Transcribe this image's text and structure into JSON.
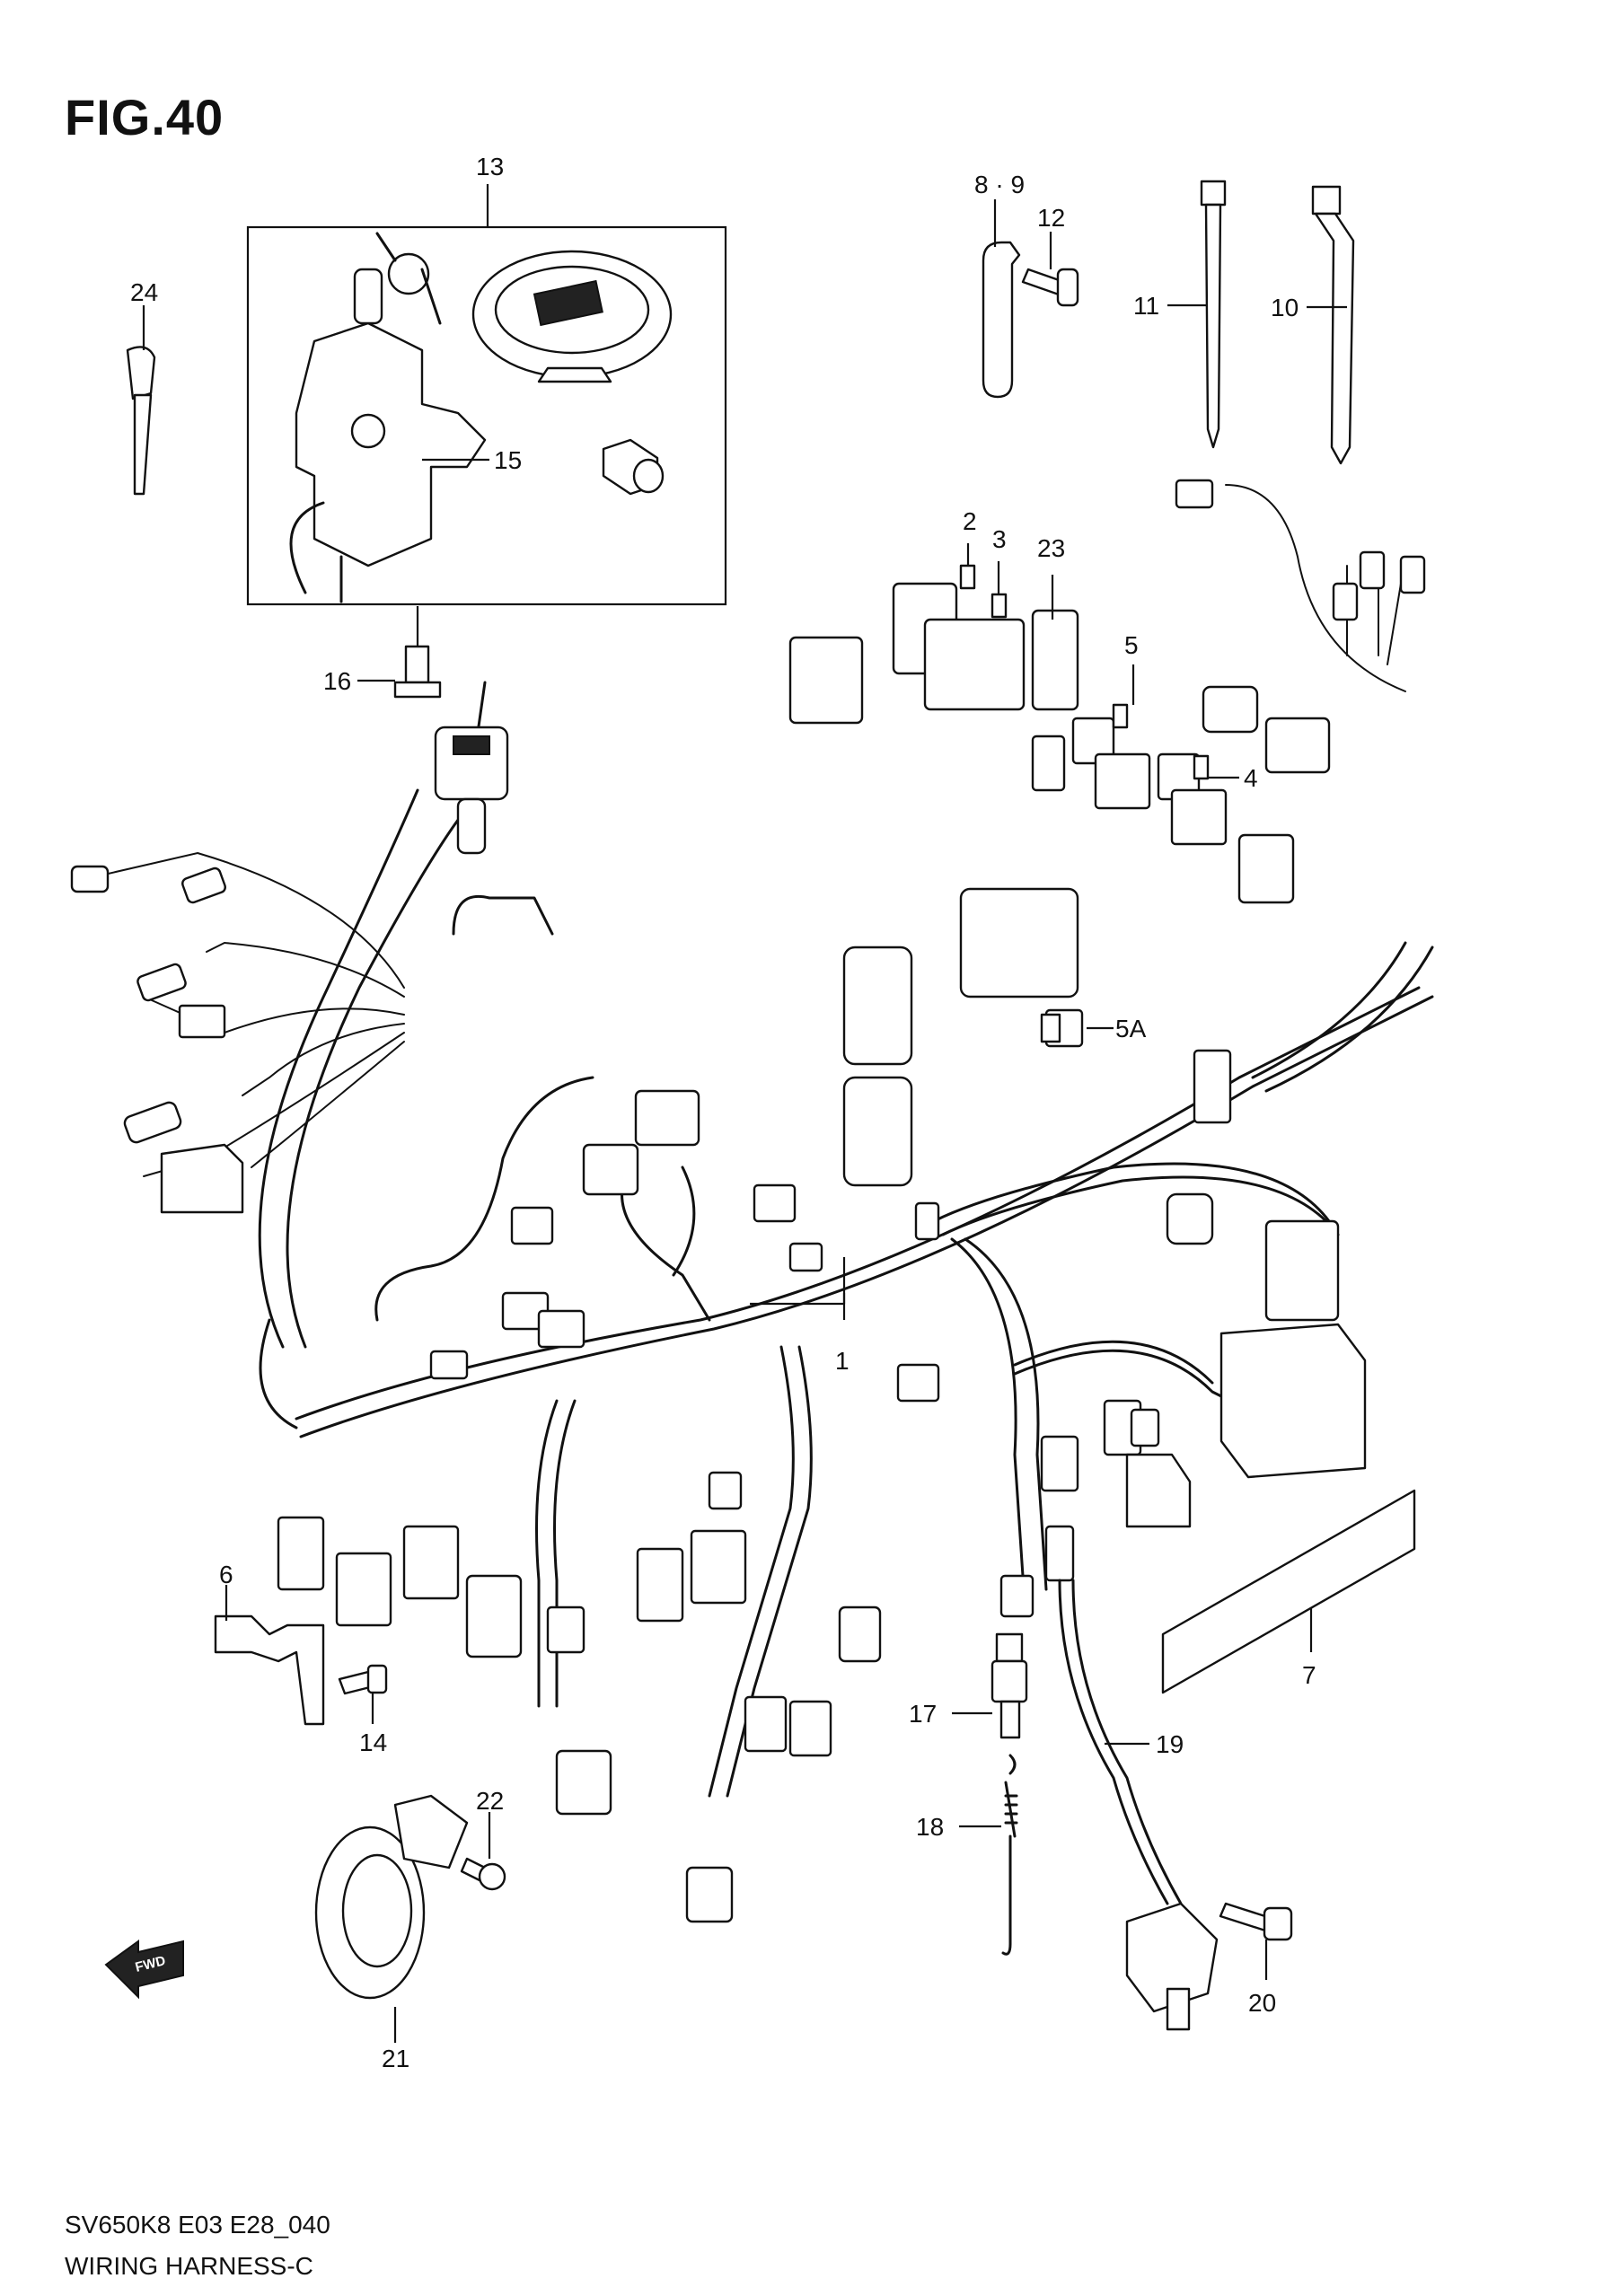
{
  "figure": {
    "label": "FIG.40",
    "model_code": "SV650K8 E03 E28_040",
    "title": "WIRING HARNESS-C"
  },
  "callouts": [
    {
      "id": "c1",
      "text": "1"
    },
    {
      "id": "c2",
      "text": "2"
    },
    {
      "id": "c3",
      "text": "3"
    },
    {
      "id": "c4",
      "text": "4"
    },
    {
      "id": "c5",
      "text": "5"
    },
    {
      "id": "c5a",
      "text": "5A"
    },
    {
      "id": "c6",
      "text": "6"
    },
    {
      "id": "c7",
      "text": "7"
    },
    {
      "id": "c89",
      "text": "8 · 9"
    },
    {
      "id": "c10",
      "text": "10"
    },
    {
      "id": "c11",
      "text": "11"
    },
    {
      "id": "c12",
      "text": "12"
    },
    {
      "id": "c13",
      "text": "13"
    },
    {
      "id": "c14",
      "text": "14"
    },
    {
      "id": "c15",
      "text": "15"
    },
    {
      "id": "c16",
      "text": "16"
    },
    {
      "id": "c17",
      "text": "17"
    },
    {
      "id": "c18",
      "text": "18"
    },
    {
      "id": "c19",
      "text": "19"
    },
    {
      "id": "c20",
      "text": "20"
    },
    {
      "id": "c21",
      "text": "21"
    },
    {
      "id": "c22",
      "text": "22"
    },
    {
      "id": "c23",
      "text": "23"
    },
    {
      "id": "c24",
      "text": "24"
    }
  ],
  "direction_marker": {
    "text": "FWD",
    "icon": "forward-arrow-icon"
  }
}
